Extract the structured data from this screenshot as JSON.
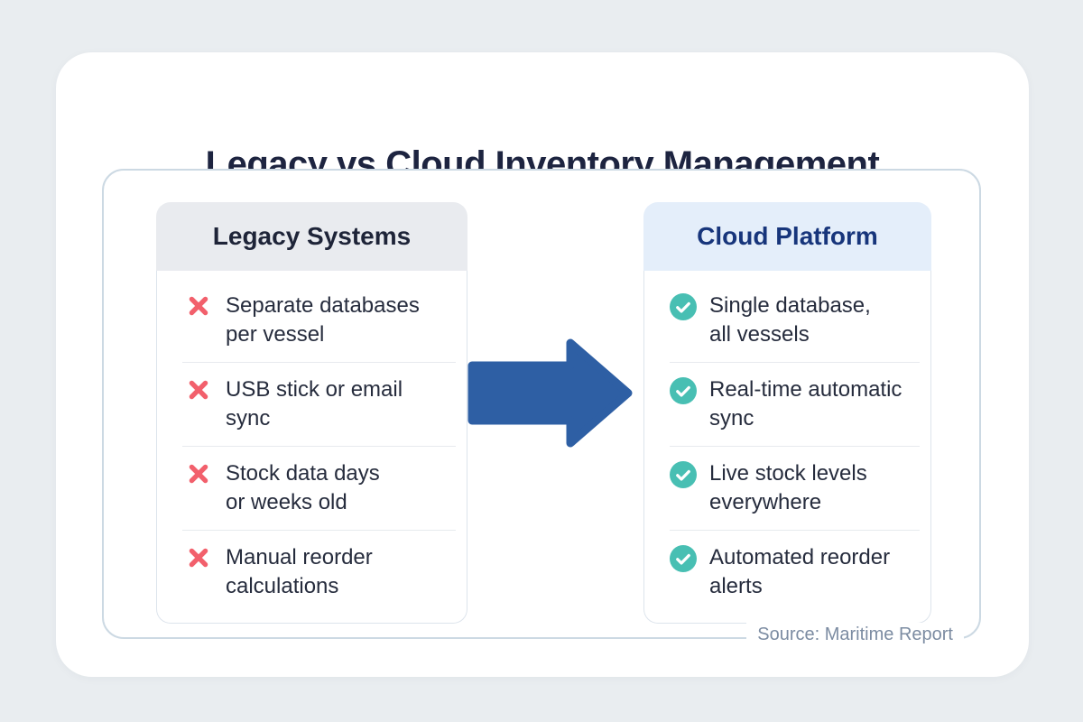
{
  "title": "Legacy vs Cloud Inventory Management",
  "legacy": {
    "header": "Legacy Systems",
    "icon": "x-icon",
    "items": [
      {
        "line1": "Separate databases",
        "line2": "per vessel"
      },
      {
        "line1": "USB stick or email",
        "line2": "sync"
      },
      {
        "line1": "Stock data days",
        "line2": "or weeks old"
      },
      {
        "line1": "Manual reorder",
        "line2": "calculations"
      }
    ]
  },
  "cloud": {
    "header": "Cloud Platform",
    "icon": "check-circle-icon",
    "items": [
      {
        "line1": "Single database,",
        "line2": "all vessels"
      },
      {
        "line1": "Real-time automatic",
        "line2": "sync"
      },
      {
        "line1": "Live stock levels",
        "line2": "everywhere"
      },
      {
        "line1": "Automated reorder",
        "line2": "alerts"
      }
    ]
  },
  "arrow": {
    "icon": "right-arrow-icon",
    "direction": "right"
  },
  "source": {
    "label": "Source: Maritime Report"
  },
  "colors": {
    "page-bg": "#e9edf0",
    "card-bg": "#ffffff",
    "title-navy": "#1d2440",
    "panel-border": "#ccd9e3",
    "legacy-header-bg": "#e9ebef",
    "legacy-header-text": "#1e2438",
    "cloud-header-bg": "#e4eefa",
    "cloud-header-text": "#17357b",
    "col-border": "#dde4ec",
    "item-text": "#262c3d",
    "divider": "#e7eaee",
    "x-red": "#f2606c",
    "check-teal": "#48bfb3",
    "arrow-blue": "#2e5fa4",
    "source-gray": "#7c8ca2"
  }
}
